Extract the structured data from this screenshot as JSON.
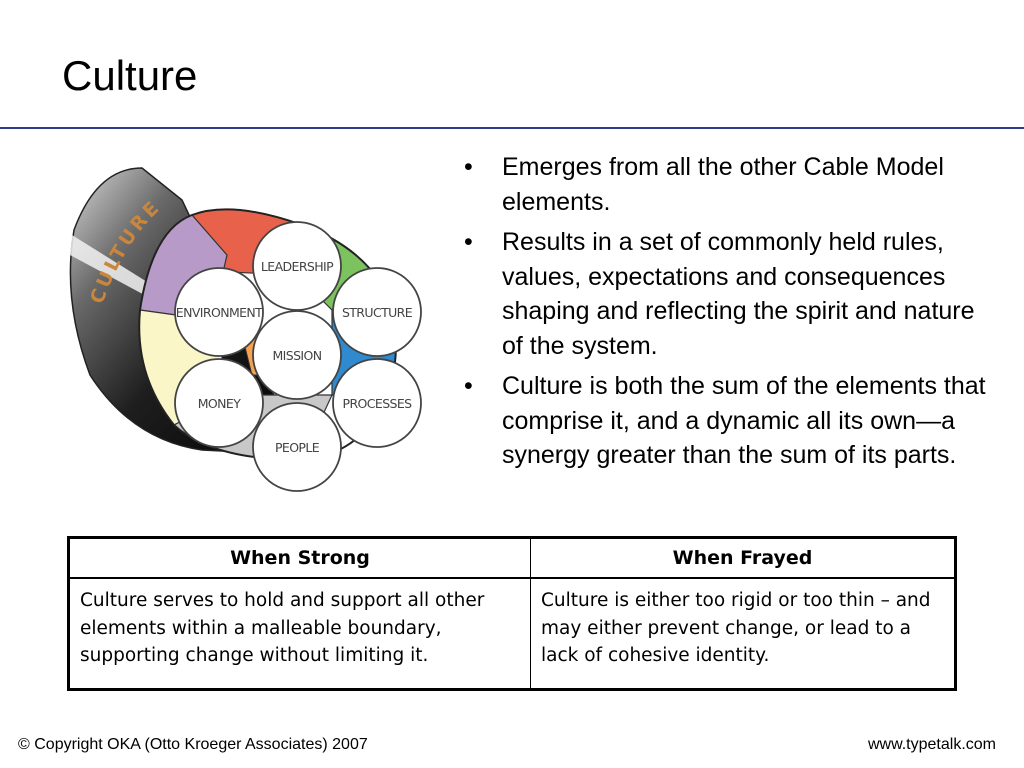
{
  "slide": {
    "title": "Culture"
  },
  "diagram": {
    "sheath_label": "CULTURE",
    "strands": [
      {
        "label": "LEADERSHIP"
      },
      {
        "label": "ENVIRONMENT"
      },
      {
        "label": "STRUCTURE"
      },
      {
        "label": "MISSION"
      },
      {
        "label": "MONEY"
      },
      {
        "label": "PROCESSES"
      },
      {
        "label": "PEOPLE"
      }
    ],
    "colors": {
      "leadership_segment": "#e8614a",
      "environment_segment": "#b89ac8",
      "structure_segment": "#7cc35f",
      "money_segment": "#fbf6c8",
      "processes_segment": "#2f8ad0",
      "mission_connector": "#f5a350",
      "people_segment": "#c8c8c8",
      "sheath_label": "#c8873d"
    }
  },
  "bullets": [
    "Emerges from all the other Cable Model elements.",
    "Results in a set of commonly held rules, values, expectations and consequences shaping and reflecting the spirit and nature of the system.",
    "Culture is both the sum of the elements that comprise it, and a dynamic all its own—a synergy greater than the sum of its parts."
  ],
  "table": {
    "headers": [
      "When Strong",
      "When Frayed"
    ],
    "rows": [
      [
        "Culture serves to hold and support all other elements within a malleable boundary, supporting change without limiting it.",
        "Culture is either too rigid or too thin – and may either prevent change, or lead to a lack of cohesive identity."
      ]
    ]
  },
  "footer": {
    "copyright": "© Copyright OKA (Otto Kroeger Associates) 2007",
    "website": "www.typetalk.com"
  }
}
